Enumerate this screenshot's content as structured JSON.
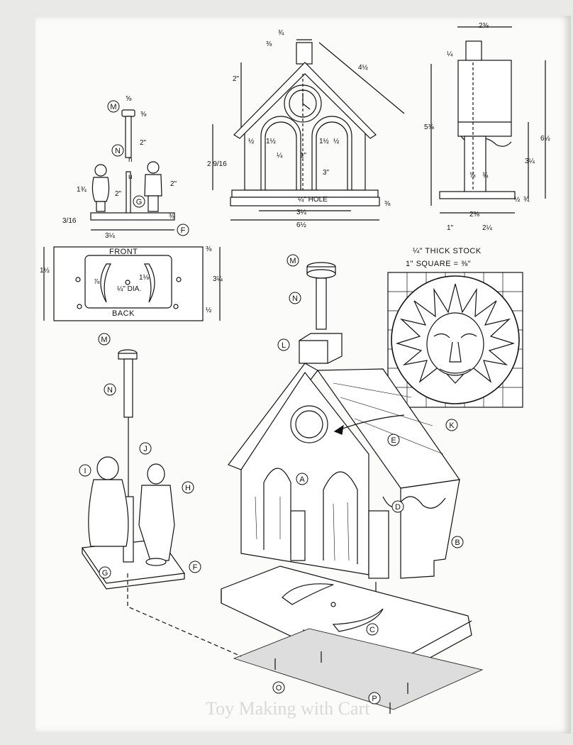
{
  "labels": {
    "a": "A",
    "b": "B",
    "c": "C",
    "d": "D",
    "e": "E",
    "f": "F",
    "g": "G",
    "h": "H",
    "i": "I",
    "j": "J",
    "k": "K",
    "l": "L",
    "m": "M",
    "n": "N",
    "o": "O",
    "p": "P"
  },
  "top_view": {
    "front": "FRONT",
    "back": "BACK",
    "hole_dia": "¼\" DIA."
  },
  "sun_pattern": {
    "stock": "¼\" THICK STOCK",
    "scale": "1\" SQUARE = ⅜\""
  },
  "dims": {
    "chimney_w": "¾",
    "chimney_h": "⅜",
    "roof_slope": "4½",
    "roof_peak": "2\"",
    "body_h": "5⅜",
    "wall_h": "2 9/16",
    "arch_half_a": "½",
    "arch_w_a": "1½",
    "arch_gap": "1\"",
    "arch_w_b": "1½",
    "arch_half_b": "½",
    "post_w": "¼",
    "door_h": "3\"",
    "hole": "¼\" HOLE",
    "base_inner": "3¼",
    "base_outer": "6½",
    "base_h": "⅜",
    "side_top": "2⅜",
    "side_cap": "¼",
    "side_total": "6½",
    "side_wall": "3¼",
    "side_step_a": "⅝",
    "side_step_b": "¾",
    "side_base_a": "½",
    "side_base_b": "¾",
    "side_inner": "2⅜",
    "side_front": "1\"",
    "side_base_w": "2¼",
    "fig_top": "⅝",
    "fig_cap": "⅜",
    "fig_rod": "2\"",
    "fig_h_left": "1¾",
    "fig_post": "2\"",
    "fig_h_right": "2\"",
    "fig_base_h": "⅜",
    "fig_base_off": "3/16",
    "fig_base_w": "3¼",
    "top_left": "1½",
    "top_right": "3¼",
    "top_step": "⅜",
    "top_edge": "½",
    "top_inner": "⅞",
    "top_gap": "1⅛"
  },
  "small_marks": {
    "n_mark": "n",
    "u_mark": "u"
  },
  "footer_ghost": "Toy Making with Cart"
}
